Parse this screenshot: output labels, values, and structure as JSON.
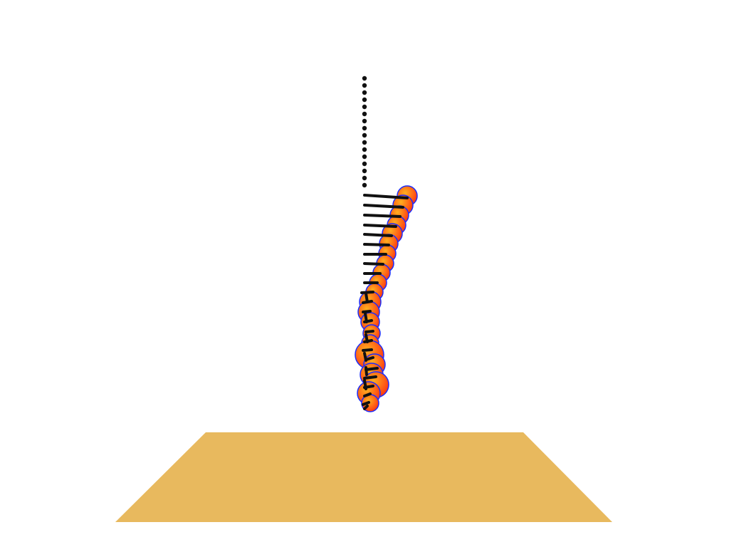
{
  "scene": {
    "background_color": "#ffffff",
    "floor_color": "#e8b95e",
    "chain_color": "#111111",
    "sphere_color": "#ff3a10",
    "sphere_highlight_color": "#ffb020",
    "sphere_outline_color": "#1a2cff",
    "dot_count": 16,
    "segment_count": 30,
    "sphere_count": 22
  }
}
